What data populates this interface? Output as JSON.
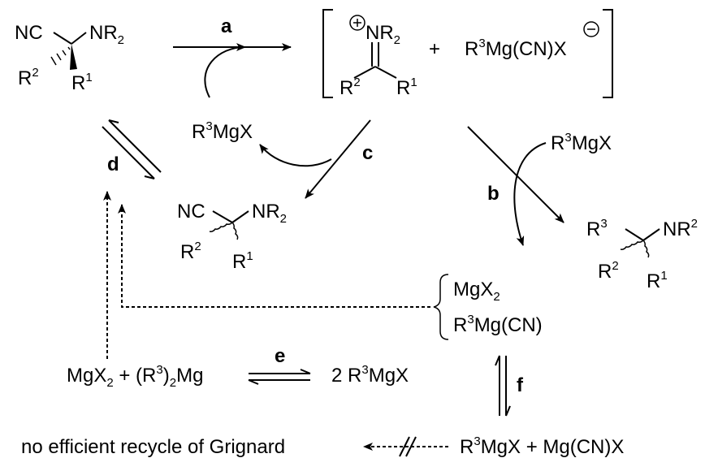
{
  "start_material": {
    "nitrile": "NC",
    "amine": "NR2",
    "sub_left": "R2",
    "sub_right": "R1"
  },
  "iminium": {
    "amine": "NR2",
    "sub_left": "R2",
    "sub_right": "R1",
    "plus": "+",
    "counter_ion": "R3Mg(CN)X"
  },
  "reagent_a": "R3MgX",
  "reagent_b": "R3MgX",
  "intermediate": {
    "nitrile": "NC",
    "amine": "NR2",
    "sub_left": "R2",
    "sub_right": "R1"
  },
  "product": {
    "sub_top": "R3",
    "amine": "NR2",
    "sub_left": "R2",
    "sub_right": "R1"
  },
  "salts": {
    "line1": "MgX2",
    "line2": "R3Mg(CN)"
  },
  "equilibrium_e": {
    "left": "MgX2 + (R3)2Mg",
    "right": "2 R3MgX"
  },
  "bottom": {
    "left": "no efficient recycle of Grignard",
    "right": "R3MgX + Mg(CN)X"
  },
  "labels": {
    "a": "a",
    "b": "b",
    "c": "c",
    "d": "d",
    "e": "e",
    "f": "f"
  }
}
